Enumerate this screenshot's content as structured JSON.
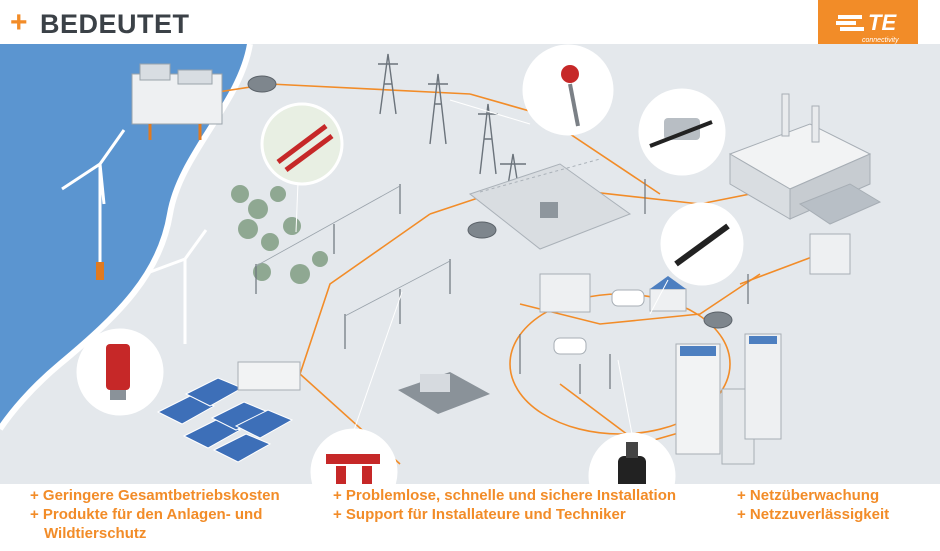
{
  "header": {
    "plus": "+",
    "title": "BEDEUTET"
  },
  "logo": {
    "text": "TE",
    "tagline": "connectivity",
    "color": "#f28c28"
  },
  "colors": {
    "accent": "#f28c28",
    "sea": "#5b95d0",
    "ground": "#e4e8ec",
    "text": "#3b4147"
  },
  "bullets": {
    "col1": [
      "+ Geringere Gesamtbetriebskosten",
      "+ Produkte für den Anlagen- und",
      "Wildtierschutz"
    ],
    "col2": [
      "+ Problemlose, schnelle und sichere Installation",
      "+ Support für Installateure und Techniker"
    ],
    "col3": [
      "+ Netzüberwachung",
      "+ Netzzuverlässigkeit"
    ]
  }
}
